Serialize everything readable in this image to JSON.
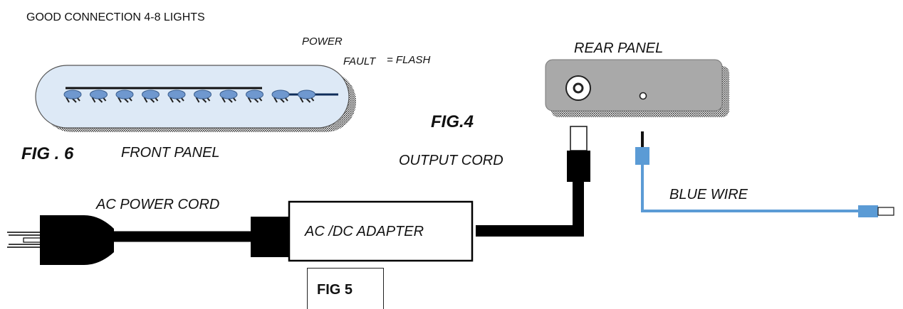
{
  "header": {
    "text": "GOOD CONNECTION 4-8 LIGHTS"
  },
  "front_panel": {
    "power_label": "POWER",
    "fault_label": "FAULT",
    "flash_label": "= FLASH",
    "figure_label": "FIG . 6",
    "name_label": "FRONT PANEL",
    "led_count": 10
  },
  "rear_panel": {
    "name_label": "REAR PANEL",
    "figure_label": "FIG.4"
  },
  "cables": {
    "output_cord_label": "OUTPUT CORD",
    "blue_wire_label": "BLUE WIRE",
    "ac_power_cord_label": "AC POWER CORD"
  },
  "adapter": {
    "label": "AC /DC ADAPTER",
    "figure_label": "FIG 5"
  },
  "colors": {
    "led": "#6f98cf",
    "panel_fill": "#dde9f6",
    "rear_fill": "#a9a9a9",
    "blue_wire": "#5b9bd5",
    "indicator_line": "#0f2d5a",
    "cord": "#111111"
  }
}
